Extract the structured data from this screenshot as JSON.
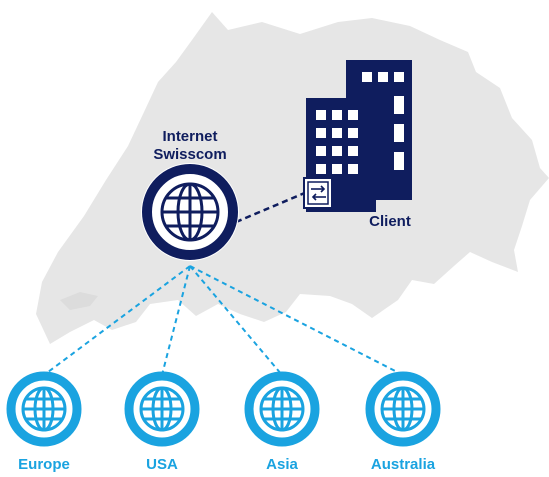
{
  "colors": {
    "map": "#e6e6e6",
    "navy": "#0f1d5e",
    "cyan": "#1aa3e0",
    "background": "#ffffff"
  },
  "hub": {
    "label_line1": "Internet",
    "label_line2": "Swisscom",
    "icon": "globe-icon"
  },
  "client": {
    "label": "Client",
    "icon": "office-building-icon",
    "device_icon": "router-icon"
  },
  "regions": [
    {
      "label": "Europe",
      "icon": "globe-icon"
    },
    {
      "label": "USA",
      "icon": "globe-icon"
    },
    {
      "label": "Asia",
      "icon": "globe-icon"
    },
    {
      "label": "Australia",
      "icon": "globe-icon"
    }
  ],
  "background_map": "switzerland-map-silhouette"
}
